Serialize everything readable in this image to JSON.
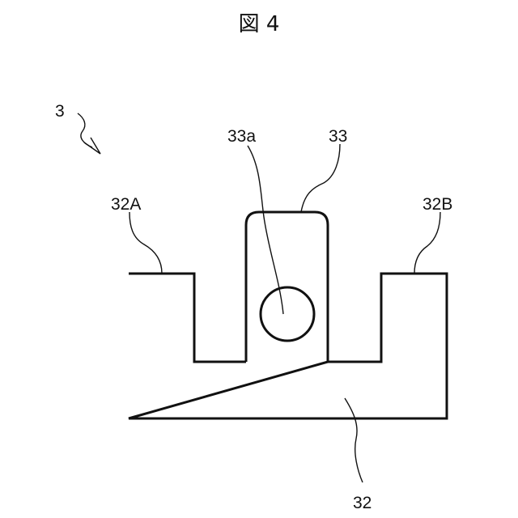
{
  "figure": {
    "title": "図 4"
  },
  "labels": {
    "assembly": "3",
    "boss": "33",
    "hole": "33a",
    "left_arm": "32A",
    "right_arm": "32B",
    "base": "32"
  }
}
